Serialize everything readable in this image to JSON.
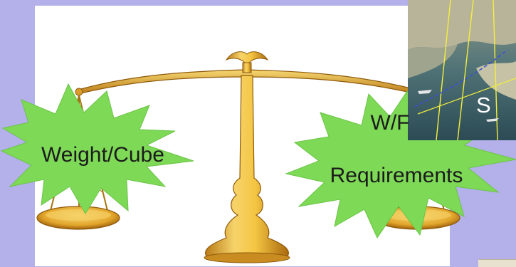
{
  "labels": {
    "left": "Weight/Cube",
    "right_line1": "W/F",
    "right_line2": "Requirements"
  },
  "map_photo": {
    "visible_letter": "S"
  },
  "colors": {
    "slide_background": "#b3b0ea",
    "panel": "#ffffff",
    "starburst": "#7ed957",
    "brass_light": "#f4c542",
    "brass_dark": "#b97b17",
    "label_text": "#1b1b1b"
  },
  "icons": {
    "balance_scale": "balance-scale-icon",
    "left_starburst": "starburst-icon",
    "right_starburst": "starburst-icon"
  }
}
